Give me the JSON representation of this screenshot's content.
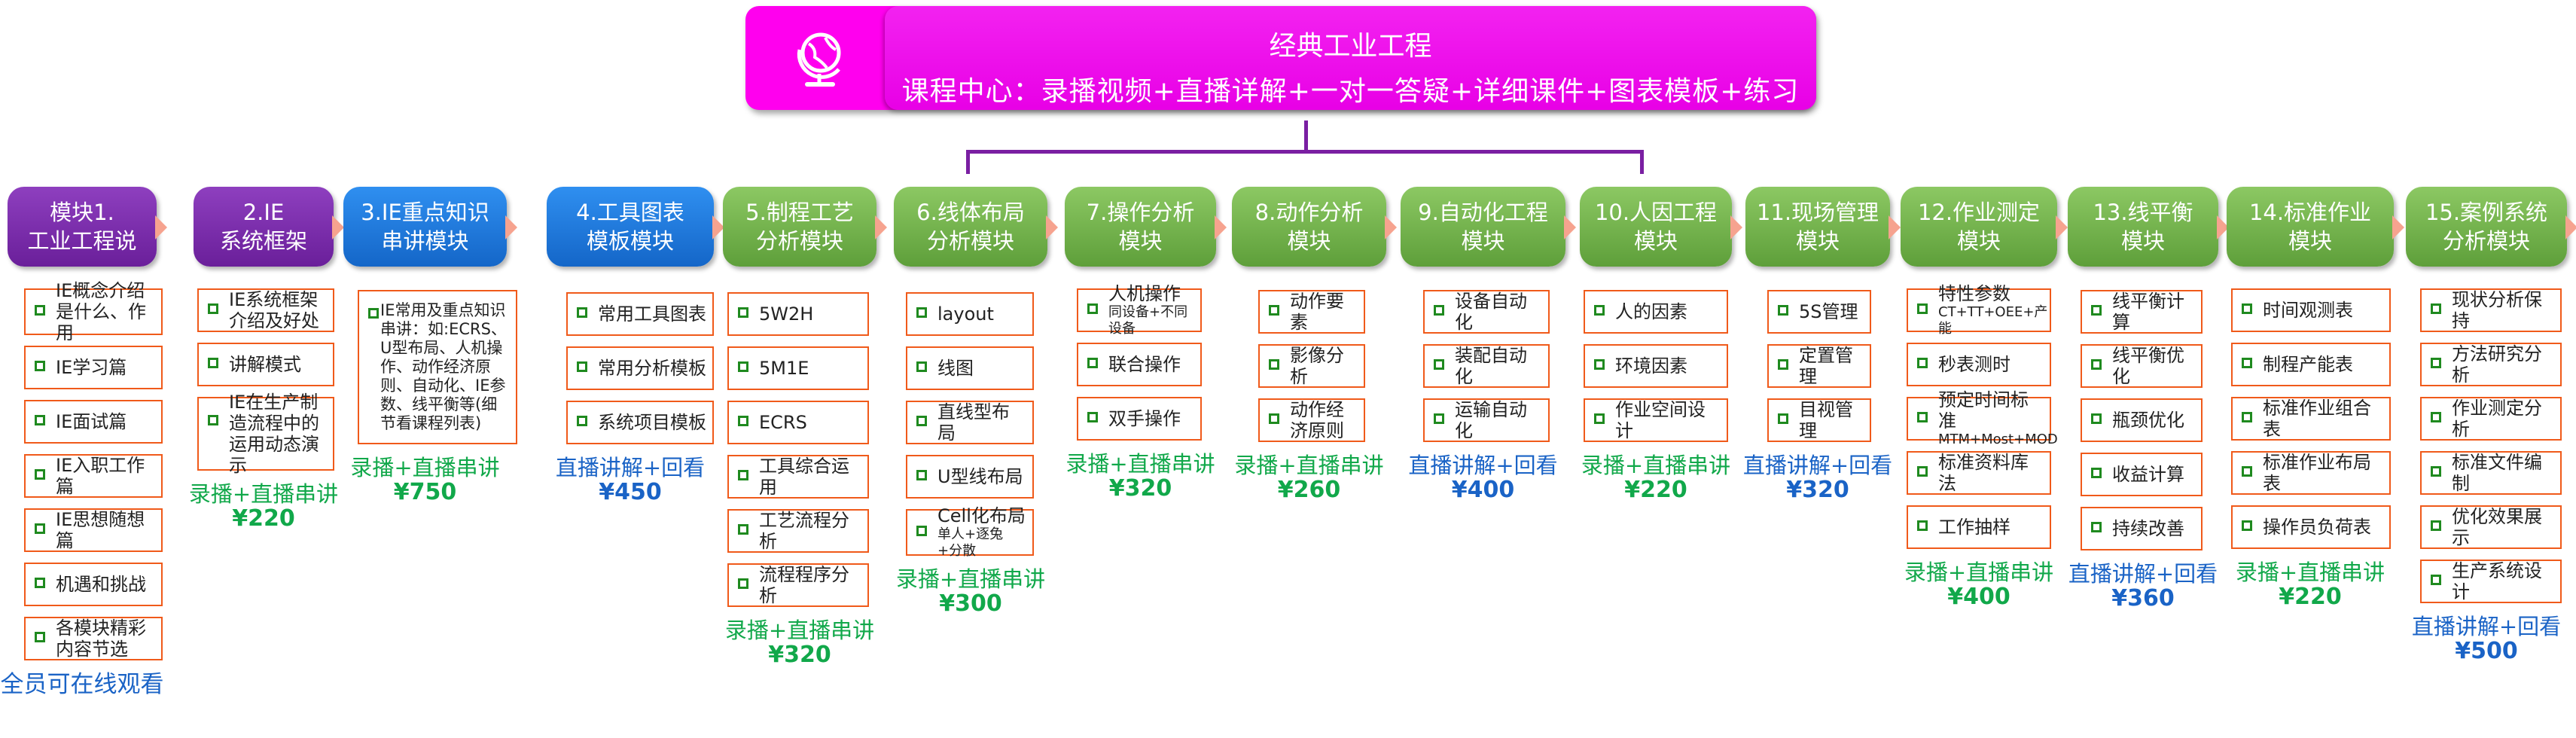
{
  "title": {
    "line1": "经典工业工程",
    "line2": "课程中心：录播视频+直播详解+一对一答疑+详细课件+图表模板+练习"
  },
  "colors": {
    "title_bg": "#ee00ee",
    "connector": "#7a1fa2",
    "item_border": "#f05a1a"
  },
  "modules": [
    {
      "title1": "模块1.",
      "title2": "工业工程说",
      "color": "purple",
      "items": [
        "IE概念介绍是什么、作用",
        "IE学习篇",
        "IE面试篇",
        "IE入职工作篇",
        "IE思想随想篇",
        "机遇和挑战",
        "各模块精彩内容节选"
      ],
      "price_type": "",
      "price": "",
      "note": "全员可在线观看"
    },
    {
      "title1": "2.IE",
      "title2": "系统框架",
      "color": "purple",
      "items": [
        "IE系统框架介绍及好处",
        "讲解模式",
        "IE在生产制造流程中的运用动态演示"
      ],
      "price_type": "录播+直播串讲",
      "price": "¥220"
    },
    {
      "title1": "3.IE重点知识",
      "title2": "串讲模块",
      "color": "blue",
      "items": [
        "IE常用及重点知识串讲：如:ECRS、U型布局、人机操作、动作经济原则、自动化、IE参数、线平衡等(细节看课程列表)"
      ],
      "price_type": "录播+直播串讲",
      "price": "¥750"
    },
    {
      "title1": "4.工具图表",
      "title2": "模板模块",
      "color": "blue",
      "items": [
        "常用工具图表",
        "常用分析模板",
        "系统项目模板"
      ],
      "price_type": "直播讲解+回看",
      "price": "¥450"
    },
    {
      "title1": "5.制程工艺",
      "title2": "分析模块",
      "color": "green",
      "items": [
        "5W2H",
        "5M1E",
        "ECRS",
        "工具综合运用",
        "工艺流程分析",
        "流程程序分析"
      ],
      "price_type": "录播+直播串讲",
      "price": "¥320"
    },
    {
      "title1": "6.线体布局",
      "title2": "分析模块",
      "color": "green",
      "items": [
        "layout",
        "线图",
        "直线型布局",
        "U型线布局",
        "Cell化布局"
      ],
      "item_subs": {
        "4": "单人+逐兔+分散"
      },
      "price_type": "录播+直播串讲",
      "price": "¥300"
    },
    {
      "title1": "7.操作分析",
      "title2": "模块",
      "color": "green",
      "items": [
        "人机操作",
        "联合操作",
        "双手操作"
      ],
      "item_subs": {
        "0": "同设备+不同设备"
      },
      "price_type": "录播+直播串讲",
      "price": "¥320"
    },
    {
      "title1": "8.动作分析",
      "title2": "模块",
      "color": "green",
      "items": [
        "动作要素",
        "影像分析",
        "动作经济原则"
      ],
      "price_type": "录播+直播串讲",
      "price": "¥260"
    },
    {
      "title1": "9.自动化工程",
      "title2": "模块",
      "color": "green",
      "items": [
        "设备自动化",
        "装配自动化",
        "运输自动化"
      ],
      "price_type": "直播讲解+回看",
      "price": "¥400"
    },
    {
      "title1": "10.人因工程",
      "title2": "模块",
      "color": "green",
      "items": [
        "人的因素",
        "环境因素",
        "作业空间设计"
      ],
      "price_type": "录播+直播串讲",
      "price": "¥220"
    },
    {
      "title1": "11.现场管理",
      "title2": "模块",
      "color": "green",
      "items": [
        "5S管理",
        "定置管理",
        "目视管理"
      ],
      "price_type": "直播讲解+回看",
      "price": "¥320"
    },
    {
      "title1": "12.作业测定",
      "title2": "模块",
      "color": "green",
      "items": [
        "特性参数",
        "秒表测时",
        "预定时间标准",
        "标准资料库法",
        "工作抽样"
      ],
      "item_subs": {
        "0": "CT+TT+OEE+产能",
        "2": "MTM+Most+MOD"
      },
      "price_type": "录播+直播串讲",
      "price": "¥400"
    },
    {
      "title1": "13.线平衡",
      "title2": "模块",
      "color": "green",
      "items": [
        "线平衡计算",
        "线平衡优化",
        "瓶颈优化",
        "收益计算",
        "持续改善"
      ],
      "price_type": "直播讲解+回看",
      "price": "¥360"
    },
    {
      "title1": "14.标准作业",
      "title2": "模块",
      "color": "green",
      "items": [
        "时间观测表",
        "制程产能表",
        "标准作业组合表",
        "标准作业布局表",
        "操作员负荷表"
      ],
      "price_type": "录播+直播串讲",
      "price": "¥220"
    },
    {
      "title1": "15.案例系统",
      "title2": "分析模块",
      "color": "green",
      "items": [
        "现状分析保持",
        "方法研究分析",
        "作业测定分析",
        "标准文件编制",
        "优化效果展示",
        "生产系统设计"
      ],
      "price_type": "直播讲解+回看",
      "price": "¥500"
    }
  ]
}
